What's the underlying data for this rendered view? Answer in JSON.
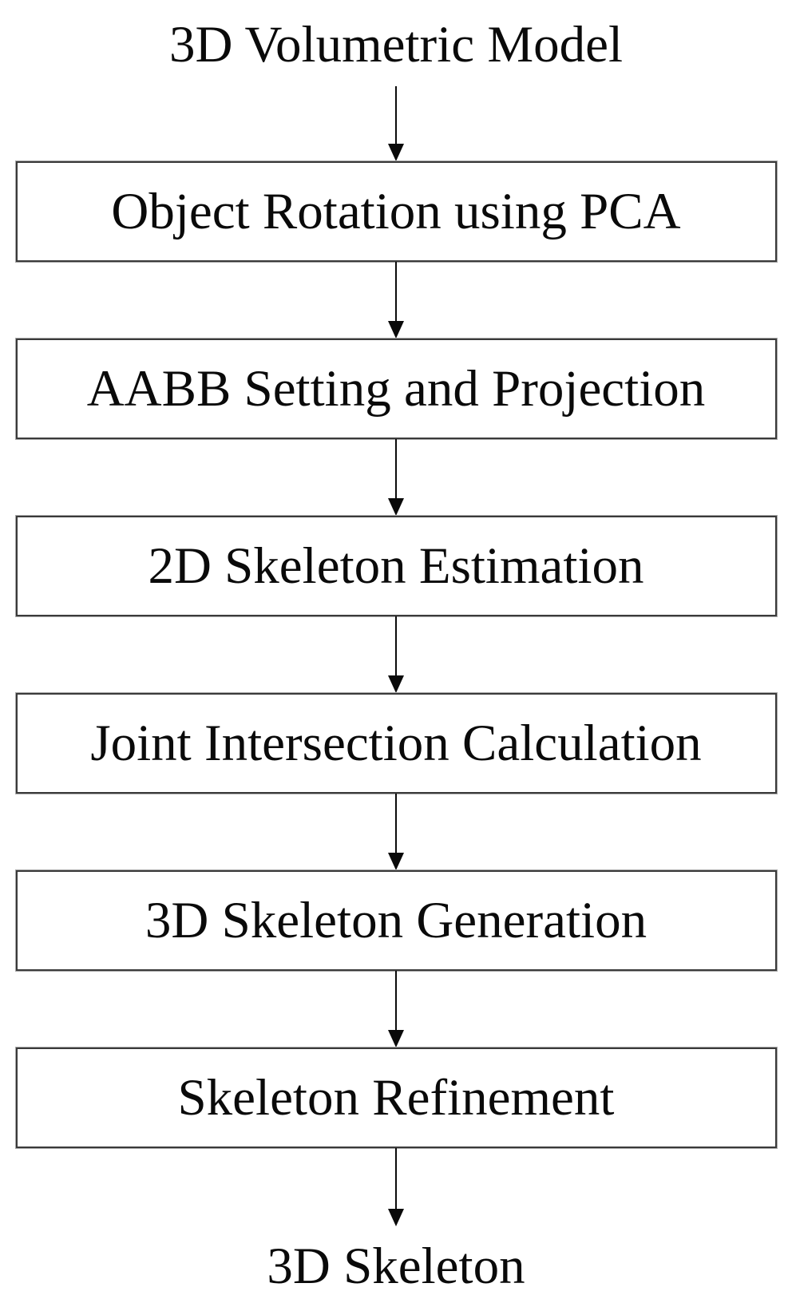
{
  "flow": {
    "start_label": "3D Volumetric Model",
    "steps": [
      "Object Rotation using PCA",
      "AABB Setting and Projection",
      "2D Skeleton Estimation",
      "Joint Intersection Calculation",
      "3D Skeleton Generation",
      "Skeleton Refinement"
    ],
    "end_label": "3D Skeleton",
    "colors": {
      "background": "#ffffff",
      "box_border": "#3a3a3a",
      "box_border_outer": "#a8a8a8",
      "arrow": "#0a0a0a",
      "text": "#0a0a0a"
    }
  }
}
